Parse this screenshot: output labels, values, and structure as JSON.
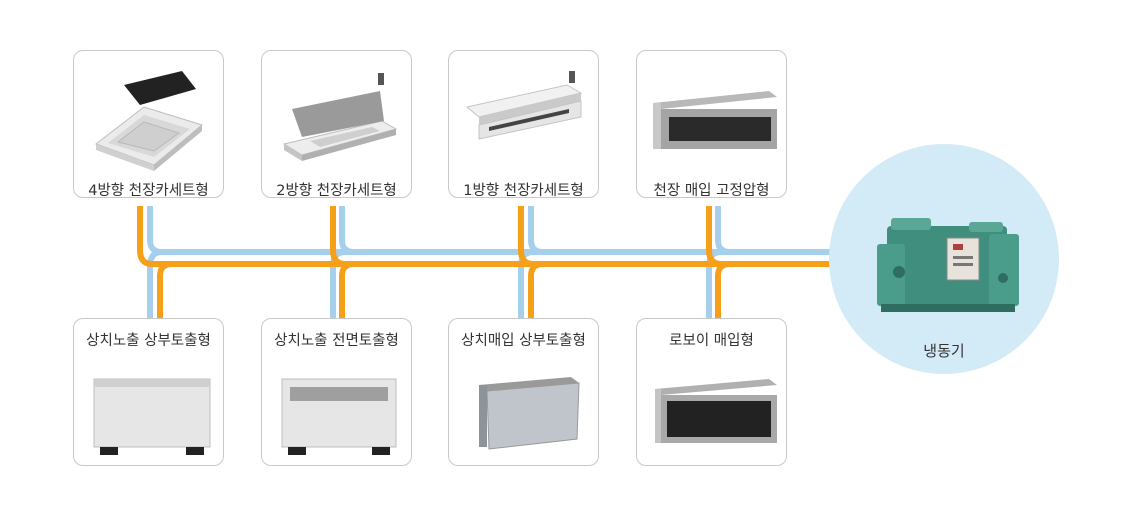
{
  "indoor_units_top": [
    {
      "label": "4방향 천장카세트형",
      "icon": "four-way-cassette"
    },
    {
      "label": "2방향 천장카세트형",
      "icon": "two-way-cassette"
    },
    {
      "label": "1방향 천장카세트형",
      "icon": "one-way-cassette"
    },
    {
      "label": "천장 매입 고정압형",
      "icon": "ceiling-concealed-duct"
    }
  ],
  "indoor_units_bottom": [
    {
      "label": "상치노출 상부토출형",
      "icon": "floor-exposed-top-discharge"
    },
    {
      "label": "상치노출 전면토출형",
      "icon": "floor-exposed-front-discharge"
    },
    {
      "label": "상치매입 상부토출형",
      "icon": "floor-concealed-top-discharge"
    },
    {
      "label": "로보이 매입형",
      "icon": "lowboy-concealed"
    }
  ],
  "chiller": {
    "label": "냉동기",
    "icon": "absorption-chiller"
  },
  "colors": {
    "pipe_blue": "#a5cfec",
    "pipe_orange": "#f6a01a",
    "circle": "#d3ebf7",
    "border": "#c9c9c9"
  }
}
